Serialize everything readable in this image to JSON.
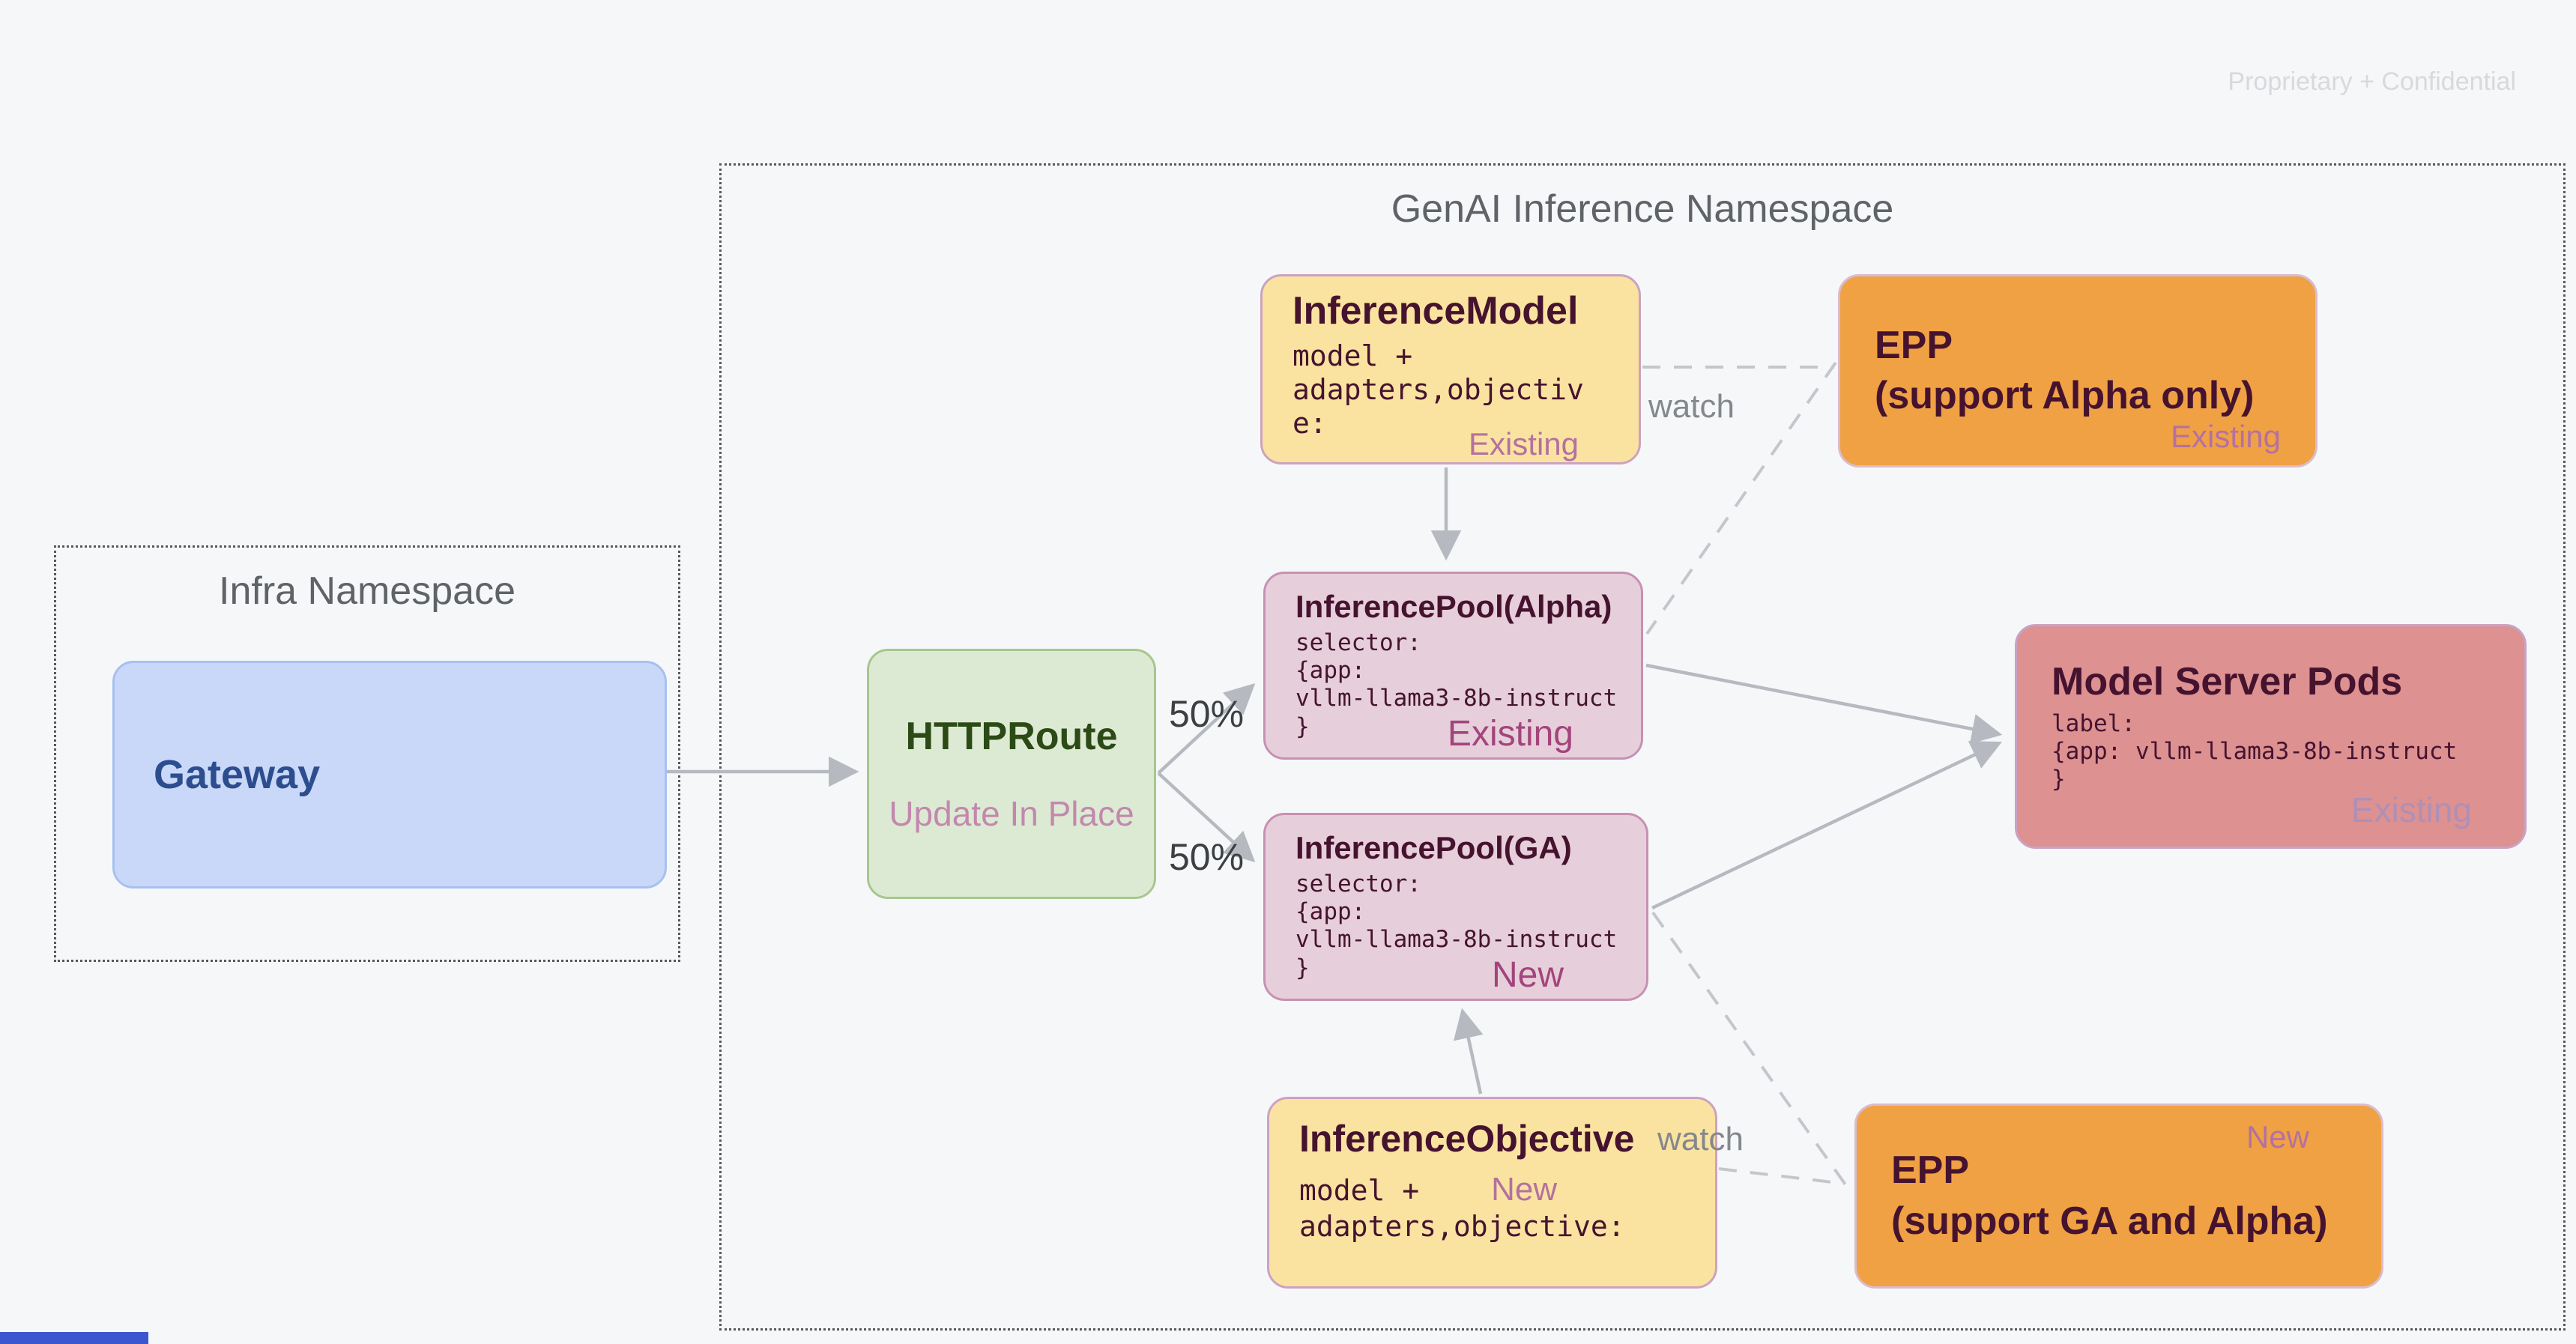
{
  "watermark": "Proprietary + Confidential",
  "namespaces": {
    "infra": {
      "title": "Infra Namespace"
    },
    "genai": {
      "title": "GenAI Inference Namespace"
    }
  },
  "nodes": {
    "gateway": {
      "title": "Gateway"
    },
    "httproute": {
      "title": "HTTPRoute",
      "subtitle": "Update In Place"
    },
    "inference_model": {
      "title": "InferenceModel",
      "code": "model +\nadapters,objectiv\ne:",
      "status": "Existing"
    },
    "epp_alpha": {
      "title": "EPP",
      "subtitle": "(support Alpha only)",
      "status": "Existing"
    },
    "pool_alpha": {
      "title": "InferencePool(Alpha)",
      "code": "selector:\n{app:\nvllm-llama3-8b-instruct\n}",
      "status": "Existing"
    },
    "pool_ga": {
      "title": "InferencePool(GA)",
      "code": "selector:\n{app:\nvllm-llama3-8b-instruct\n}",
      "status": "New"
    },
    "model_server_pods": {
      "title": "Model Server Pods",
      "code": "label:\n{app: vllm-llama3-8b-instruct\n}",
      "status": "Existing"
    },
    "inference_objective": {
      "title": "InferenceObjective",
      "code_line_1": "model +",
      "code_line_2": "adapters,objective:",
      "status": "New"
    },
    "epp_ga": {
      "title": "EPP",
      "subtitle": "(support GA and Alpha)",
      "status": "New"
    }
  },
  "edge_labels": {
    "split_top": "50%",
    "split_bottom": "50%",
    "watch_top": "watch",
    "watch_bottom": "watch"
  },
  "colors": {
    "background": "#F6F7F9",
    "gateway_fill": "#C9D8F8",
    "gateway_text": "#2C4D8E",
    "httproute_fill": "#DDEAD3",
    "httproute_text": "#2C4A15",
    "yellow_fill": "#FAE3A0",
    "orange_fill": "#F0A144",
    "pool_fill": "#E6CFDA",
    "pods_fill": "#DD9191",
    "dark_maroon_text": "#46132F",
    "status_mauve": "#B4719F",
    "status_raspberry": "#A3447C",
    "arrow_gray": "#B6BAC0",
    "namespace_text": "#5F6368"
  }
}
